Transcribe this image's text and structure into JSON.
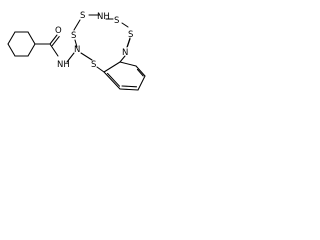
{
  "structure": {
    "atom_labels": {
      "o": "O",
      "nh_amide": "NH",
      "n_ring_left": "N",
      "s_ring_left": "S",
      "s_top_left": "S",
      "nh_top": "NH",
      "s_top_right": "S",
      "s_right": "S",
      "n_ring_right": "N",
      "s_bottom": "S"
    }
  }
}
